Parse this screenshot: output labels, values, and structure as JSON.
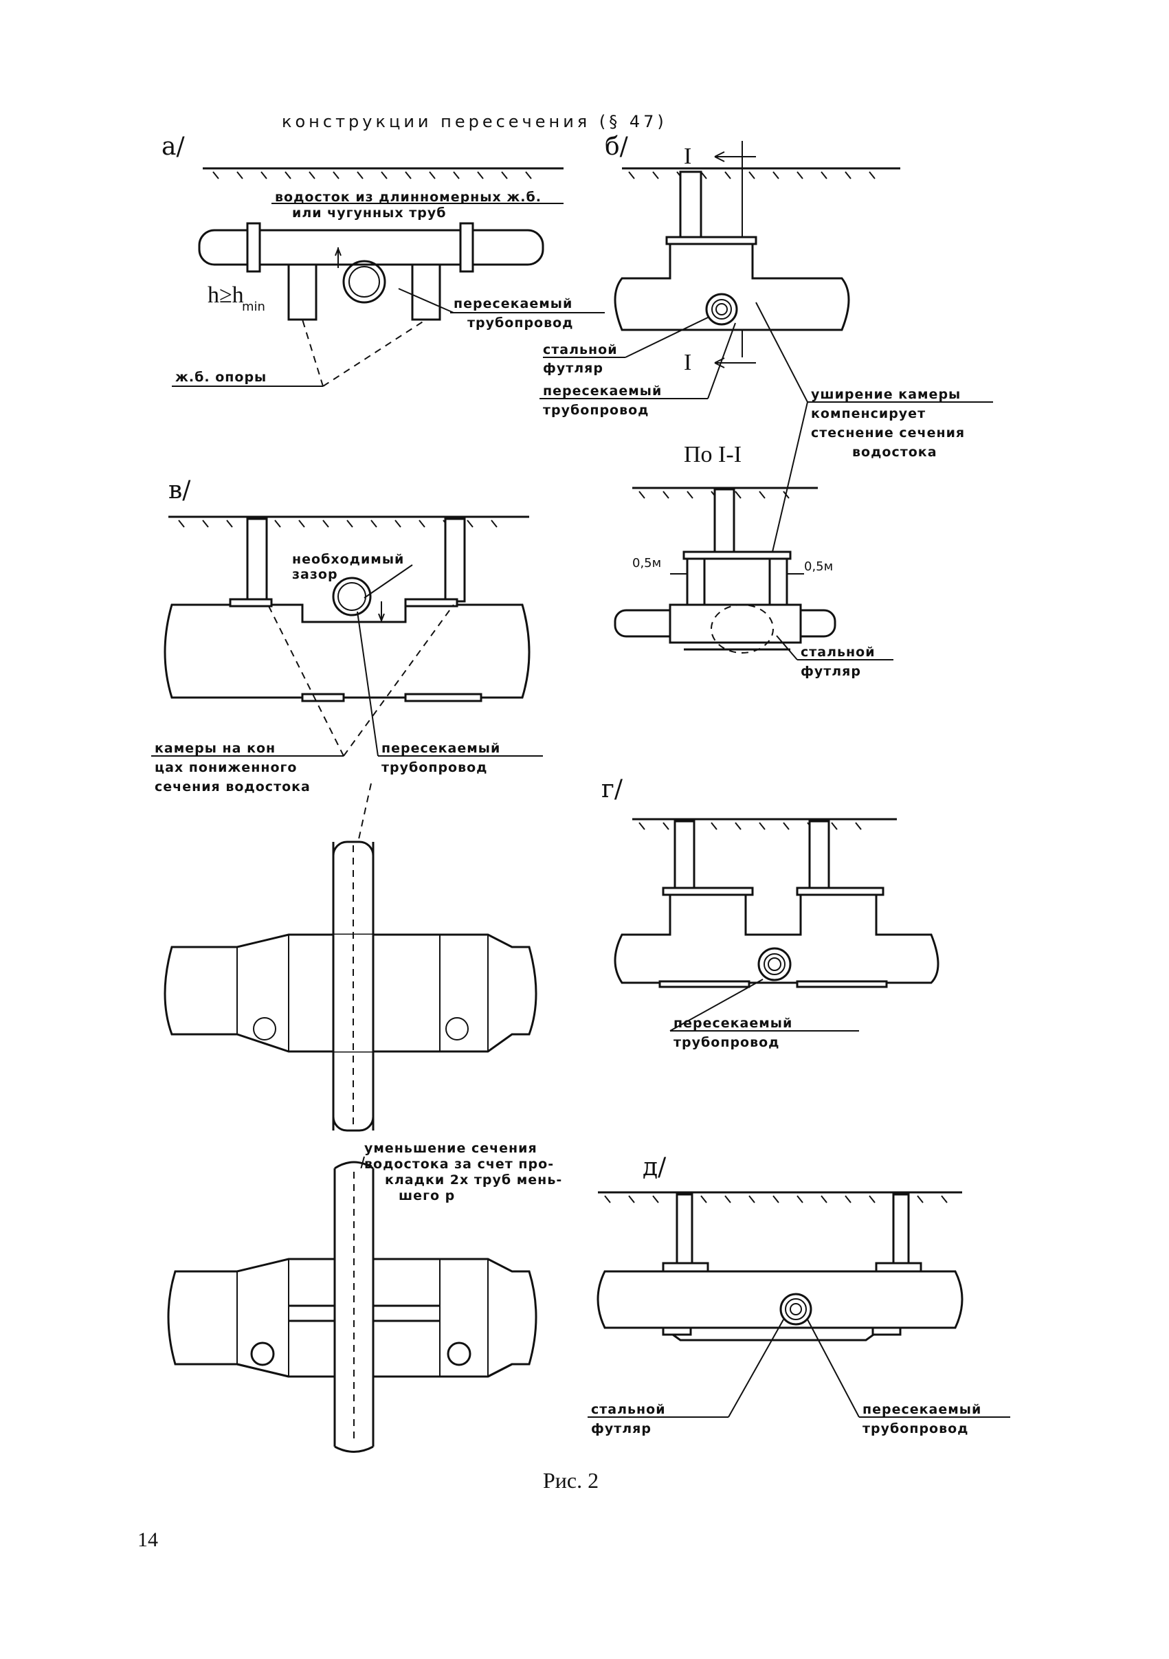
{
  "header": {
    "title": "конструкции пересечения (§ 47)"
  },
  "fig_a": {
    "letter": "а/",
    "label_drain": "водосток из длинномерных ж.б.",
    "label_drain_2": "или чугунных труб",
    "label_h": "h≥h",
    "label_h_sub": "min",
    "label_pipe": "пересекаемый",
    "label_pipe_2": "трубопровод",
    "label_supports": "ж.б. опоры"
  },
  "fig_b": {
    "letter": "б/",
    "section_mark": "I",
    "label_casing": "стальной",
    "label_casing_2": "футляр",
    "label_pipe": "пересекаемый",
    "label_pipe_2": "трубопровод",
    "label_widen": "уширение камеры",
    "label_widen_2": "компенсирует",
    "label_widen_3": "стеснение сечения",
    "label_widen_4": "водостока"
  },
  "section": {
    "title": "По I-I",
    "dim_left": "0,5м",
    "dim_right": "0,5м",
    "label_casing": "стальной",
    "label_casing_2": "футляр"
  },
  "fig_v": {
    "letter": "в/",
    "label_gap": "необходимый",
    "label_gap_2": "зазор",
    "label_chambers": "камеры на кон",
    "label_chambers_2": "цах пониженного",
    "label_chambers_3": "сечения водостока",
    "label_pipe": "пересекаемый",
    "label_pipe_2": "трубопровод"
  },
  "fig_g": {
    "letter": "г/",
    "label_pipe": "пересекаемый",
    "label_pipe_2": "трубопровод"
  },
  "plan_note": {
    "line1": "уменьшение сечения",
    "line2": "водостока за счет про-",
    "line3": "кладки 2х труб мень-",
    "line4": "шего р"
  },
  "fig_d": {
    "letter": "д/",
    "label_casing": "стальной",
    "label_casing_2": "футляр",
    "label_pipe": "пересекаемый",
    "label_pipe_2": "трубопровод"
  },
  "caption": "Рис. 2",
  "page_number": "14"
}
